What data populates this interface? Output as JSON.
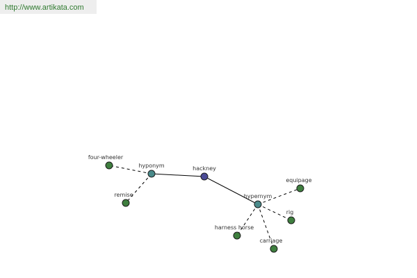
{
  "source_url": "http://www.artikata.com",
  "colors": {
    "center": "#4b4b96",
    "relation": "#4a8a8a",
    "leaf": "#3f7f3f"
  },
  "nodes": [
    {
      "id": "hackney",
      "label": "hackney",
      "kind": "center"
    },
    {
      "id": "hyponym",
      "label": "hyponym",
      "kind": "relation"
    },
    {
      "id": "hypernym",
      "label": "hypernym",
      "kind": "relation"
    },
    {
      "id": "four-wheeler",
      "label": "four-wheeler",
      "kind": "leaf"
    },
    {
      "id": "remise",
      "label": "remise",
      "kind": "leaf"
    },
    {
      "id": "equipage",
      "label": "equipage",
      "kind": "leaf"
    },
    {
      "id": "rig",
      "label": "rig",
      "kind": "leaf"
    },
    {
      "id": "harness-horse",
      "label": "harness horse",
      "kind": "leaf"
    },
    {
      "id": "carriage",
      "label": "carriage",
      "kind": "leaf"
    }
  ],
  "edges": [
    {
      "from": "hackney",
      "to": "hyponym",
      "style": "solid"
    },
    {
      "from": "hackney",
      "to": "hypernym",
      "style": "solid"
    },
    {
      "from": "hyponym",
      "to": "four-wheeler",
      "style": "dashed"
    },
    {
      "from": "hyponym",
      "to": "remise",
      "style": "dashed"
    },
    {
      "from": "hypernym",
      "to": "equipage",
      "style": "dashed"
    },
    {
      "from": "hypernym",
      "to": "rig",
      "style": "dashed"
    },
    {
      "from": "hypernym",
      "to": "harness-horse",
      "style": "dashed"
    },
    {
      "from": "hypernym",
      "to": "carriage",
      "style": "dashed"
    }
  ]
}
